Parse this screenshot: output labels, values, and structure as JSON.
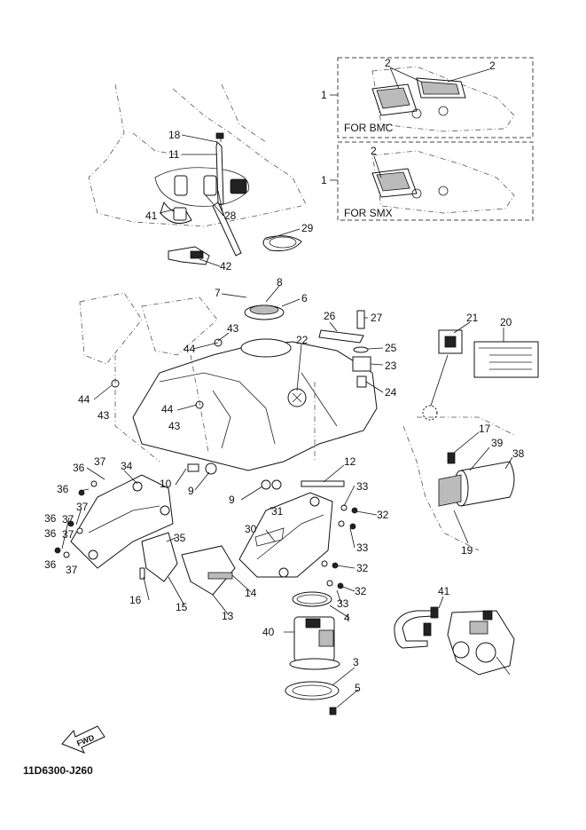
{
  "diagram": {
    "code": "11D6300-J260",
    "fwd_label": "FWD",
    "variant_labels": {
      "bmc": "FOR BMC",
      "smx": "FOR SMX"
    },
    "callouts": {
      "c1a": "1",
      "c1b": "1",
      "c2a": "2",
      "c2b": "2",
      "c2c": "2",
      "c18": "18",
      "c11": "11",
      "c41a": "41",
      "c28": "28",
      "c29": "29",
      "c42": "42",
      "c7": "7",
      "c8": "8",
      "c6": "6",
      "c26": "26",
      "c27": "27",
      "c22": "22",
      "c25": "25",
      "c23": "23",
      "c24": "24",
      "c21": "21",
      "c20": "20",
      "c43a": "43",
      "c44a": "44",
      "c44b": "44",
      "c43b": "43",
      "c44c": "44",
      "c43c": "43",
      "c17": "17",
      "c39": "39",
      "c38": "38",
      "c19": "19",
      "c36a": "36",
      "c37a": "37",
      "c34": "34",
      "c36b": "36",
      "c37b": "37",
      "c36c": "36",
      "c37c": "37",
      "c36d": "36",
      "c37d": "37",
      "c36e": "36",
      "c37e": "37",
      "c10": "10",
      "c9a": "9",
      "c9b": "9",
      "c12": "12",
      "c33a": "33",
      "c32a": "32",
      "c31": "31",
      "c30": "30",
      "c33b": "33",
      "c32b": "32",
      "c35": "35",
      "c16": "16",
      "c15": "15",
      "c14": "14",
      "c13": "13",
      "c32c": "32",
      "c33c": "33",
      "c4": "4",
      "c40": "40",
      "c41b": "41",
      "c3": "3",
      "c5": "5"
    }
  }
}
